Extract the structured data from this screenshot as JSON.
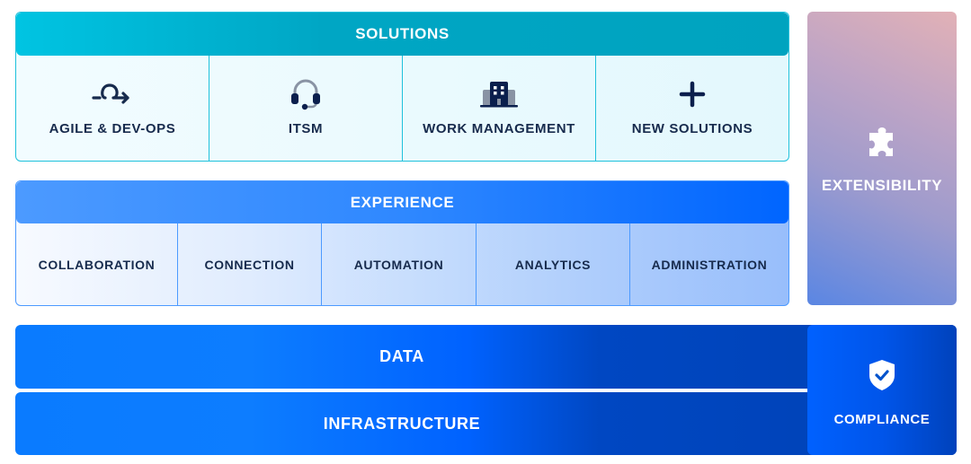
{
  "solutions": {
    "title": "SOLUTIONS",
    "accent": "#00a6c4",
    "items": [
      {
        "label": "AGILE & DEV-OPS",
        "icon": "loop-arrow-icon"
      },
      {
        "label": "ITSM",
        "icon": "headset-icon"
      },
      {
        "label": "WORK MANAGEMENT",
        "icon": "building-icon"
      },
      {
        "label": "NEW SOLUTIONS",
        "icon": "plus-icon"
      }
    ]
  },
  "experience": {
    "title": "EXPERIENCE",
    "accent": "#0065ff",
    "items": [
      {
        "label": "COLLABORATION"
      },
      {
        "label": "CONNECTION"
      },
      {
        "label": "AUTOMATION"
      },
      {
        "label": "ANALYTICS"
      },
      {
        "label": "ADMINISTRATION"
      }
    ]
  },
  "extensibility": {
    "label": "EXTENSIBILITY",
    "icon": "puzzle-piece-icon"
  },
  "data": {
    "label": "DATA"
  },
  "infrastructure": {
    "label": "INFRASTRUCTURE"
  },
  "compliance": {
    "label": "COMPLIANCE",
    "icon": "shield-check-icon"
  }
}
